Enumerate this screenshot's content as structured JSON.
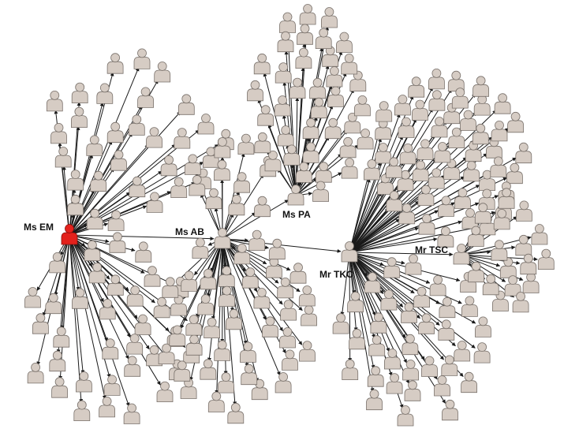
{
  "colors": {
    "background": "#ffffff",
    "person": "#d6ccc4",
    "person_stroke": "#7a726c",
    "index_case": "#e3211c",
    "index_case_stroke": "#8a0f0c",
    "edge": "#1a1a1a"
  },
  "icon": "person-icon",
  "hubs": [
    {
      "id": "ms-em",
      "label": "Ms EM",
      "index_case": true
    },
    {
      "id": "ms-ab",
      "label": "Ms AB"
    },
    {
      "id": "ms-pa",
      "label": "Ms PA"
    },
    {
      "id": "mr-tkc",
      "label": "Mr TKC"
    },
    {
      "id": "mr-tsc",
      "label": "Mr TSC"
    }
  ]
}
